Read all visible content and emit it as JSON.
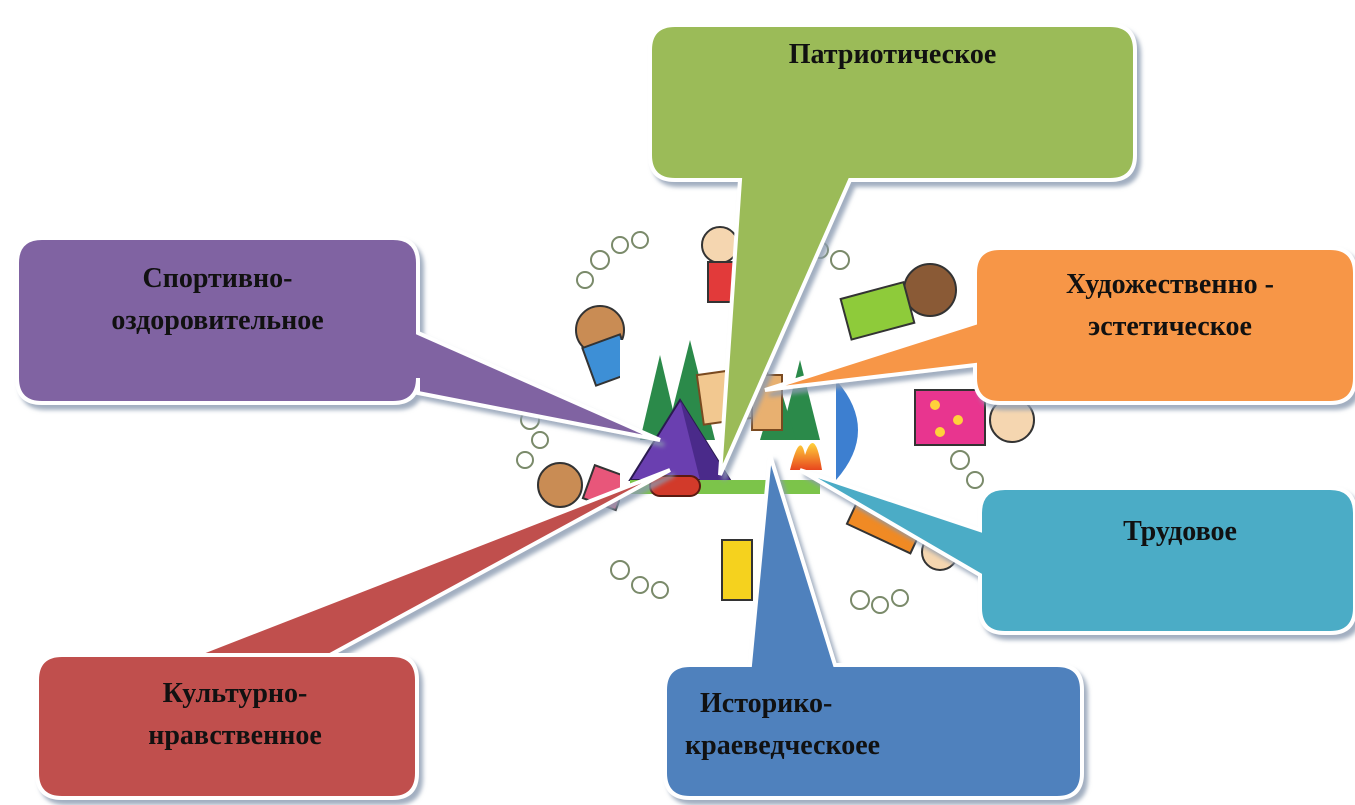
{
  "callouts": {
    "patriotic": {
      "text": "Патриотическое",
      "color": "#9bbb59"
    },
    "sport": {
      "line1": "Спортивно-",
      "line2": "оздоровительное",
      "color": "#8064a2"
    },
    "art": {
      "line1": "Художественно -",
      "line2": "эстетическое",
      "color": "#f79646"
    },
    "labor": {
      "text": "Трудовое",
      "color": "#4bacc6"
    },
    "culture": {
      "line1": "Культурно-",
      "line2": "нравственное",
      "color": "#c0504d"
    },
    "history": {
      "line1": "Историко-",
      "line2": "краеведческоее",
      "color": "#4f81bd"
    }
  },
  "illustration": {
    "icon": "summer-camp-children-circle-icon"
  }
}
